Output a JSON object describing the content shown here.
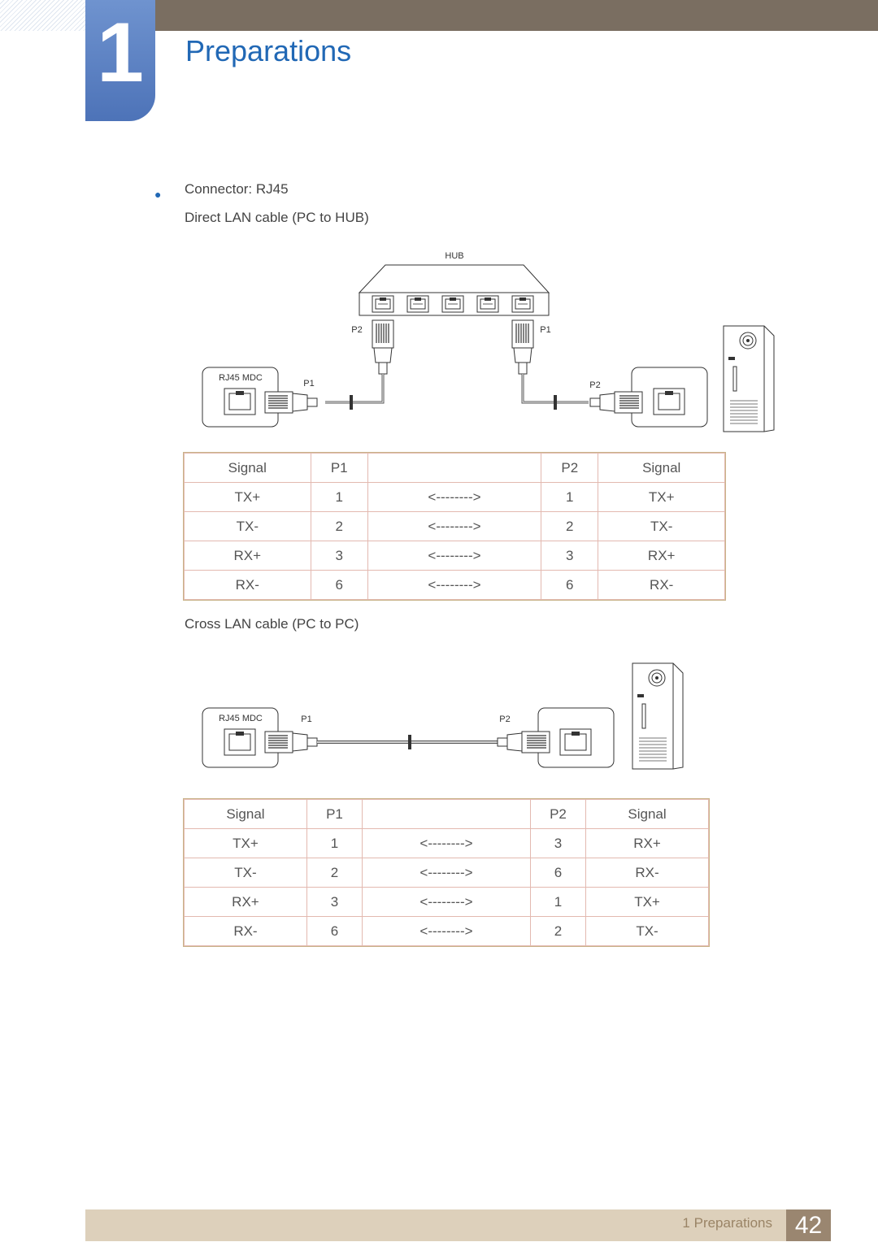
{
  "chapter": {
    "number": "1",
    "title": "Preparations"
  },
  "bullet": {
    "connector": "Connector: RJ45"
  },
  "direct": {
    "caption": "Direct LAN cable (PC to HUB)",
    "diagram": {
      "hub": "HUB",
      "mdc": "RJ45 MDC",
      "p1": "P1",
      "p2": "P2"
    },
    "table": {
      "headers": [
        "Signal",
        "P1",
        "",
        "P2",
        "Signal"
      ],
      "rows": [
        [
          "TX+",
          "1",
          "<-------->",
          "1",
          "TX+"
        ],
        [
          "TX-",
          "2",
          "<-------->",
          "2",
          "TX-"
        ],
        [
          "RX+",
          "3",
          "<-------->",
          "3",
          "RX+"
        ],
        [
          "RX-",
          "6",
          "<-------->",
          "6",
          "RX-"
        ]
      ]
    }
  },
  "cross": {
    "caption": "Cross LAN cable (PC to PC)",
    "diagram": {
      "mdc": "RJ45 MDC",
      "p1": "P1",
      "p2": "P2"
    },
    "table": {
      "headers": [
        "Signal",
        "P1",
        "",
        "P2",
        "Signal"
      ],
      "rows": [
        [
          "TX+",
          "1",
          "<-------->",
          "3",
          "RX+"
        ],
        [
          "TX-",
          "2",
          "<-------->",
          "6",
          "RX-"
        ],
        [
          "RX+",
          "3",
          "<-------->",
          "1",
          "TX+"
        ],
        [
          "RX-",
          "6",
          "<-------->",
          "2",
          "TX-"
        ]
      ]
    }
  },
  "footer": {
    "label": "1 Preparations",
    "page": "42"
  }
}
